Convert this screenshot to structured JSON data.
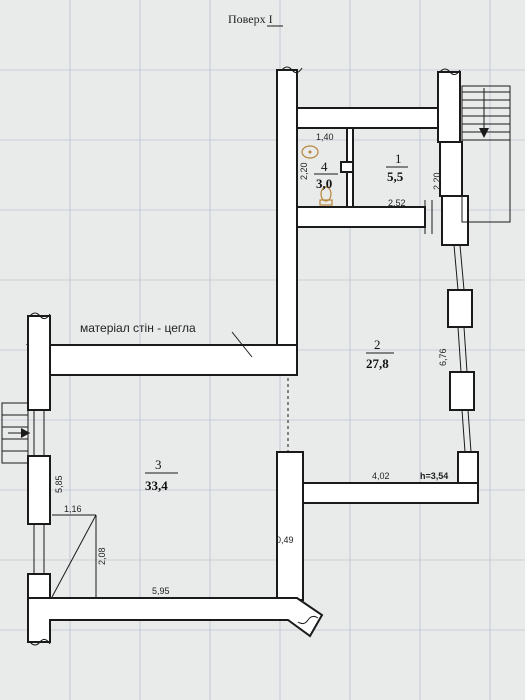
{
  "title": "Поверх I",
  "wall_material_note": "матеріал стін - цегла",
  "rooms": [
    {
      "number": "1",
      "area": "5,5"
    },
    {
      "number": "2",
      "area": "27,8"
    },
    {
      "number": "3",
      "area": "33,4"
    },
    {
      "number": "4",
      "area": "3,0"
    }
  ],
  "dimensions": {
    "d_1_40": "1,40",
    "d_2_20_wc": "2,20",
    "d_2_20_r1": "2,20",
    "d_2_52": "2,52",
    "d_6_76": "6,76",
    "d_4_02": "4,02",
    "height": "h=3,54",
    "d_5_85": "5,85",
    "d_1_16": "1,16",
    "d_2_08": "2,08",
    "d_0_49": "0,49",
    "d_5_95": "5,95"
  },
  "colors": {
    "wall_outline": "#1a1a1a",
    "sheet": "#e9ebea",
    "grid_lines": "#a9b4c6",
    "fixtures": "#b8863b"
  }
}
